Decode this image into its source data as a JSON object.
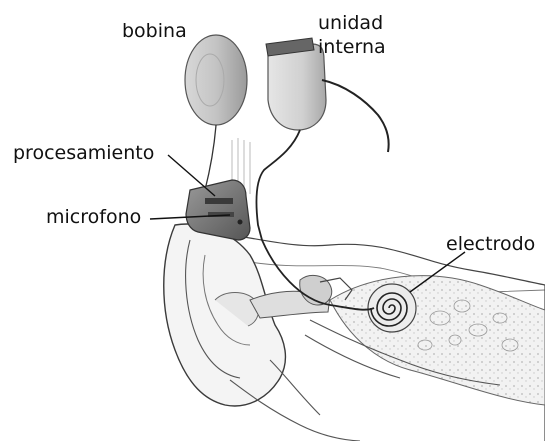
{
  "labels": {
    "bobina": "bobina",
    "unidad_interna_line1": "unidad",
    "unidad_interna_line2": "interna",
    "procesamiento": "procesamiento",
    "microfono": "microfono",
    "electrodo": "electrodo"
  }
}
